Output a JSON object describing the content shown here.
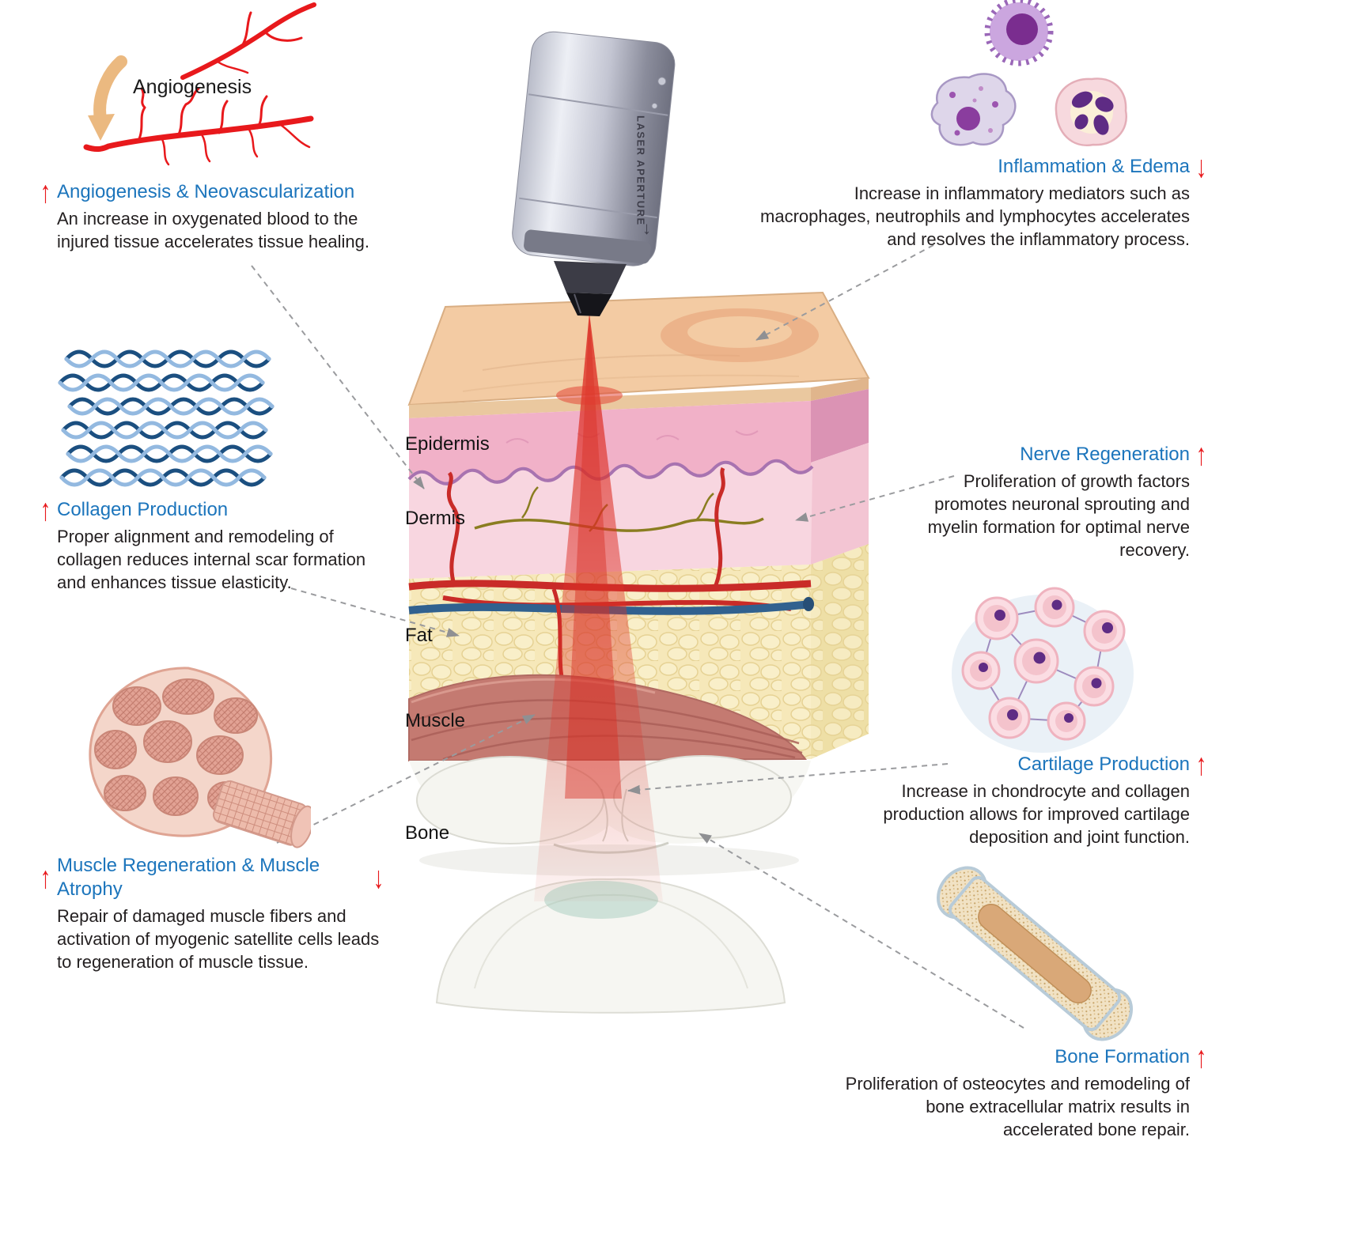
{
  "colors": {
    "heading": "#1C75BC",
    "trend_arrow": "#E8191C",
    "body_text": "#231F20",
    "connector": "#9A9B9E"
  },
  "icons": {
    "trend_up": "↑",
    "trend_down": "↓",
    "laser_down_arrow": "↓"
  },
  "device": {
    "label": "LASER APERTURE"
  },
  "tissue": {
    "labels": [
      "Epidermis",
      "Dermis",
      "Fat",
      "Muscle",
      "Bone"
    ]
  },
  "callouts": {
    "angiogenesis": {
      "illustration_label": "Angiogenesis",
      "title": "Angiogenesis & Neovascularization",
      "trend": "up",
      "body": "An increase in oxygenated blood to the injured tissue accelerates tissue healing."
    },
    "collagen": {
      "title": "Collagen Production",
      "trend": "up",
      "body": "Proper alignment and remodeling of collagen reduces internal scar formation and enhances tissue elasticity."
    },
    "muscle": {
      "title": "Muscle Regeneration & Muscle Atrophy",
      "trend": "up-down",
      "body": "Repair of damaged muscle fibers and activation of myogenic satellite cells leads to regeneration of muscle tissue."
    },
    "inflammation": {
      "title": "Inflammation & Edema",
      "trend": "down",
      "body": "Increase in inflammatory mediators such as macrophages, neutrophils and lymphocytes accelerates and resolves the inflammatory process."
    },
    "nerve": {
      "title": "Nerve Regeneration",
      "trend": "up",
      "body": "Proliferation of growth factors promotes neuronal sprouting and myelin formation for optimal nerve recovery."
    },
    "cartilage": {
      "title": "Cartilage Production",
      "trend": "up",
      "body": "Increase in chondrocyte and collagen production allows for improved cartilage deposition and joint function."
    },
    "bone": {
      "title": "Bone Formation",
      "trend": "up",
      "body": "Proliferation of osteocytes and remodeling of bone extracellular matrix results in accelerated bone repair."
    }
  }
}
